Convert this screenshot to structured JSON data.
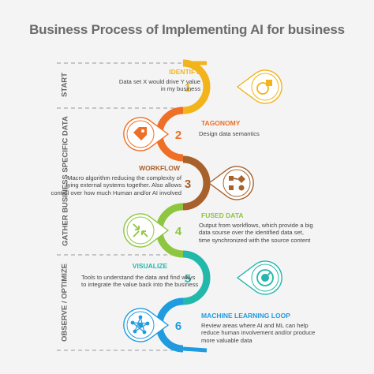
{
  "title": "Business Process of Implementing AI for business",
  "phases": [
    "START",
    "GATHER  BUSINESS SPECIFIC DATA",
    "OBSERVE / OPTIMIZE"
  ],
  "steps": [
    {
      "number": "1",
      "title": "IDENTIFY",
      "description": [
        "Data set X would drive Y value",
        "in my business"
      ],
      "color": "#f2b31b",
      "icon": "gear-puzzle-icon"
    },
    {
      "number": "2",
      "title": "TAGONOMY",
      "description": [
        "Design data semantics"
      ],
      "color": "#ee6f25",
      "icon": "tag-icon"
    },
    {
      "number": "3",
      "title": "WORKFLOW",
      "description": [
        "Macro algorithm reducing the complexity of",
        "tying external systems together. Also allows",
        "control over how much Human and/or AI involved"
      ],
      "color": "#a9612c",
      "icon": "workflow-diagram-icon"
    },
    {
      "number": "4",
      "title": "FUSED DATA",
      "description": [
        "Output from workflows, which provide a big",
        "data sourse over the identified data set,",
        "time synchronized with the source content"
      ],
      "color": "#8dc63f",
      "icon": "merge-arrows-icon"
    },
    {
      "number": "5",
      "title": "VISUALIZE",
      "description": [
        "Tools to understand the data and find ways",
        "to integrate the value back into the business"
      ],
      "color": "#22b8aa",
      "icon": "gauge-icon"
    },
    {
      "number": "6",
      "title": "MACHINE LEARNING LOOP",
      "description": [
        "Review areas where AI and ML can help",
        "reduce human involvement and/or produce",
        "more valuable data"
      ],
      "color": "#1f9be0",
      "icon": "network-icon"
    }
  ]
}
